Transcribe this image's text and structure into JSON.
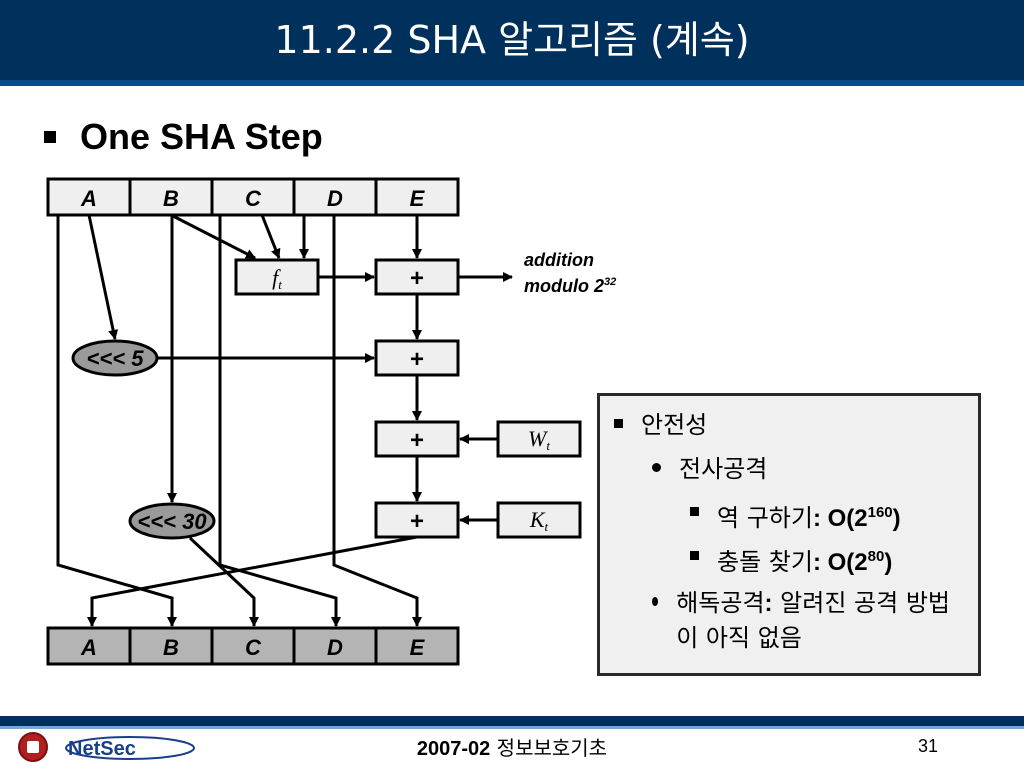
{
  "header": {
    "title": "11.2.2 SHA 알고리즘 (계속)"
  },
  "heading": "One SHA Step",
  "registers_top": [
    "A",
    "B",
    "C",
    "D",
    "E"
  ],
  "registers_bottom": [
    "A",
    "B",
    "C",
    "D",
    "E"
  ],
  "ops": {
    "f_label": "f",
    "f_sub": "t",
    "plus": "+",
    "rot5": "<<< 5",
    "rot30": "<<< 30",
    "w_label": "W",
    "w_sub": "t",
    "k_label": "K",
    "k_sub": "t"
  },
  "annotation": {
    "line1": "addition",
    "line2": "modulo 2",
    "exp": "32"
  },
  "info": {
    "title": "안전성",
    "brute": "전사공격",
    "preimage_label": "역 구하기",
    "preimage_value": ": O(2",
    "preimage_exp": "160",
    "collision_label": "충돌 찾기",
    "collision_value": ": O(2",
    "collision_exp": "80",
    "crypt_label": "해독공격",
    "crypt_colon": ":",
    "crypt_text": " 알려진 공격 방법이 아직 없음",
    "close_paren": ")"
  },
  "footer": {
    "year": "2007-02",
    "course": " 정보보호기초",
    "page": "31",
    "logo_text": "NetSec"
  },
  "colors": {
    "header_bg": "#00305c",
    "box_fill": "#efefef",
    "bottom_fill": "#b4b4b4",
    "ellipse_fill": "#9a9a9a"
  }
}
